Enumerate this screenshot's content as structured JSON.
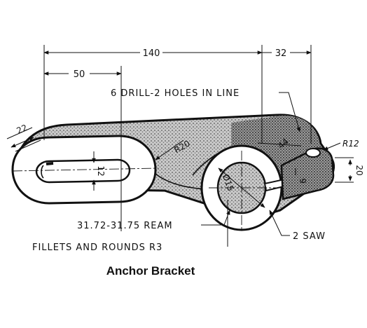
{
  "drawing": {
    "title": "Anchor Bracket",
    "dims": {
      "overall": "140",
      "left_offset": "50",
      "right_offset": "32",
      "width_22": "22",
      "slot_12": "12",
      "radius_r20": "R20",
      "radius_r12": "R12",
      "hole_dia": "Ø15",
      "dim_44": "44",
      "dim_9": "9",
      "dim_20": "20"
    },
    "notes": {
      "drill": "6 DRILL-2 HOLES IN LINE",
      "ream": "31.72-31.75 REAM",
      "saw": "2 SAW",
      "fillets": "FILLETS AND ROUNDS R3"
    },
    "colors": {
      "ink": "#111111",
      "paper": "#ffffff",
      "shade": "#8a8a8a"
    }
  }
}
